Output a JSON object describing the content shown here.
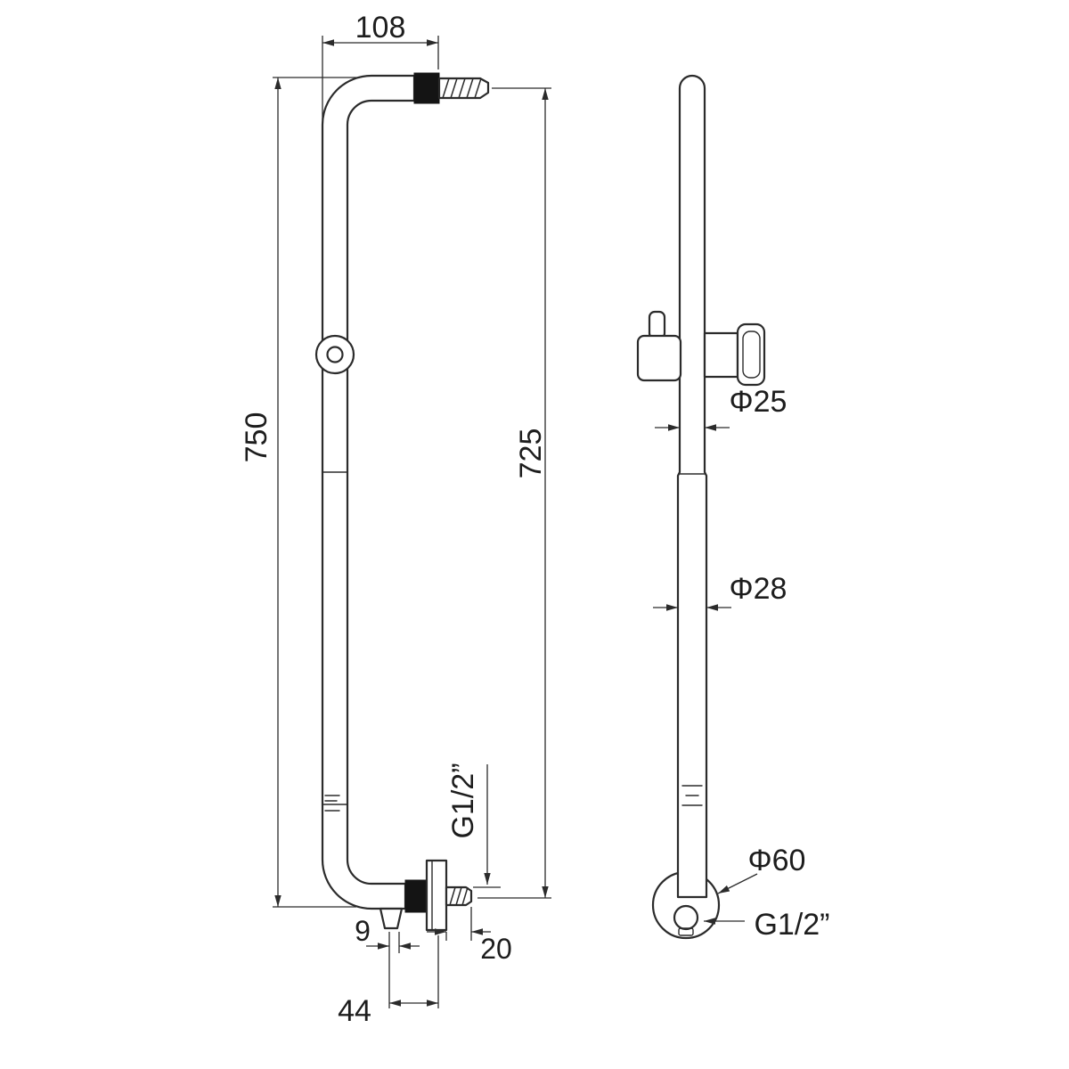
{
  "drawing": {
    "colors": {
      "line": "#2b2b2b",
      "fill_dark": "#141414",
      "background": "#ffffff"
    },
    "front_view": {
      "width_top": "108",
      "height_overall": "750",
      "height_rail": "725",
      "thread_top_label": "G1/2”",
      "offset_nut": "9",
      "thread_length": "20",
      "wall_offset": "44"
    },
    "side_view": {
      "diameter_upper": "Φ25",
      "diameter_lower": "Φ28",
      "diameter_flange": "Φ60",
      "thread_label": "G1/2”"
    }
  }
}
